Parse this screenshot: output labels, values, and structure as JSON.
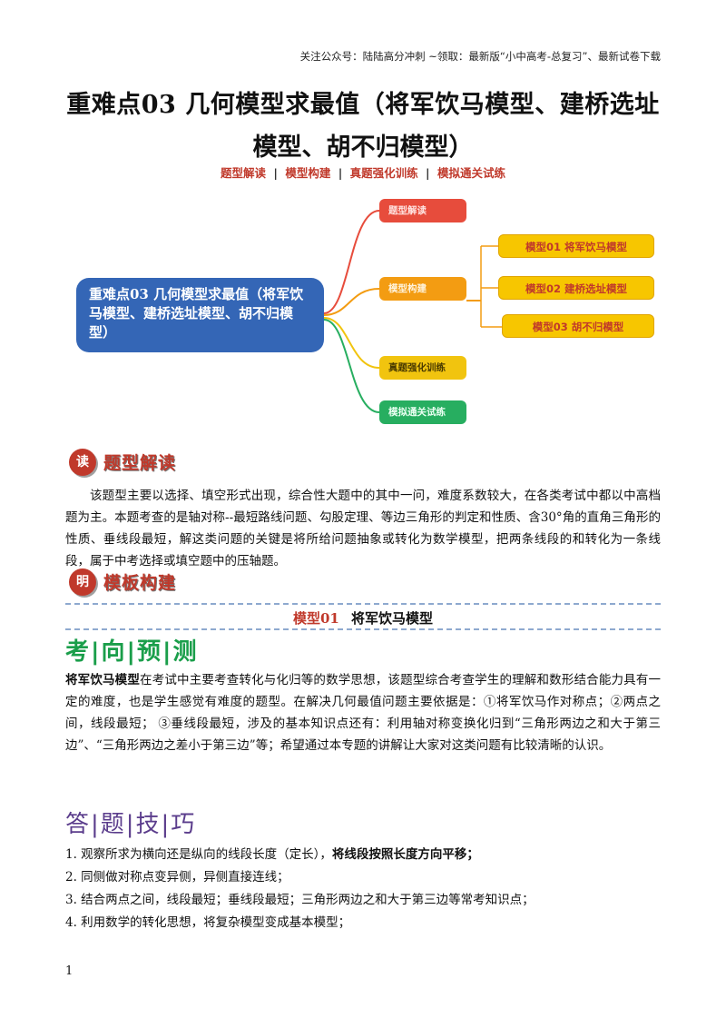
{
  "header_note": "关注公众号：陆陆高分冲刺  ~领取：最新版“小中高考-总复习”、最新试卷下载",
  "title_line1": "重难点03  几何模型求最值（将军饮马模型、建桥选址",
  "title_line2": "模型、胡不归模型）",
  "subnav": [
    "题型解读",
    "模型构建",
    "真题强化训练",
    "模拟通关试练"
  ],
  "subnav_sep": "|",
  "mindmap": {
    "root": "重难点03 几何模型求最值（将军饮马模型、建桥选址模型、胡不归模型）",
    "branches": [
      "题型解读",
      "模型构建",
      "真题强化训练",
      "模拟通关试练"
    ],
    "models": [
      "模型01  将军饮马模型",
      "模型02  建桥选址模型",
      "模型03  胡不归模型"
    ],
    "colors": {
      "root": "#3466b6",
      "red": "#e74c3c",
      "orange": "#f39c12",
      "yellow": "#f1c40f",
      "green": "#27ae60"
    }
  },
  "section1": {
    "badge": "读",
    "title": "题型解读"
  },
  "intro_para": "该题型主要以选择、填空形式出现，综合性大题中的其中一问，难度系数较大，在各类考试中都以中高档题为主。本题考查的是轴对称--最短路线问题、勾股定理、等边三角形的判定和性质、含30°角的直角三角形的性质、垂线段最短，解这类问题的关键是将所给问题抽象或转化为数学模型，把两条线段的和转化为一条线段，属于中考选择或填空题中的压轴题。",
  "section2": {
    "badge": "明",
    "title": "模板构建"
  },
  "model_title": {
    "num": "模型01",
    "name": "将军饮马模型"
  },
  "kaoxiang_title": "考|向|预|测",
  "kaoxiang_bold": "将军饮马模型",
  "kaoxiang_text": "在考试中主要考查转化与化归等的数学思想，该题型综合考查学生的理解和数形结合能力具有一定的难度，也是学生感觉有难度的题型。在解决几何最值问题主要依据是：①将军饮马作对称点；②两点之间，线段最短；  ③垂线段最短，涉及的基本知识点还有：利用轴对称变换化归到“三角形两边之和大于第三边”、“三角形两边之差小于第三边”等；希望通过本专题的讲解让大家对这类问题有比较清晰的认识。",
  "dati_title": "答|题|技|巧",
  "tips": [
    {
      "prefix": "1. 观察所求为横向还是纵向的线段长度（定长），",
      "bold": "将线段按照长度方向平移；"
    },
    {
      "prefix": "2. 同侧做对称点变异侧，异侧直接连线；",
      "bold": ""
    },
    {
      "prefix": "3. 结合两点之间，线段最短；垂线段最短；三角形两边之和大于第三边等常考知识点；",
      "bold": ""
    },
    {
      "prefix": "4. 利用数学的转化思想，将复杂模型变成基本模型；",
      "bold": ""
    }
  ],
  "page_number": "1"
}
